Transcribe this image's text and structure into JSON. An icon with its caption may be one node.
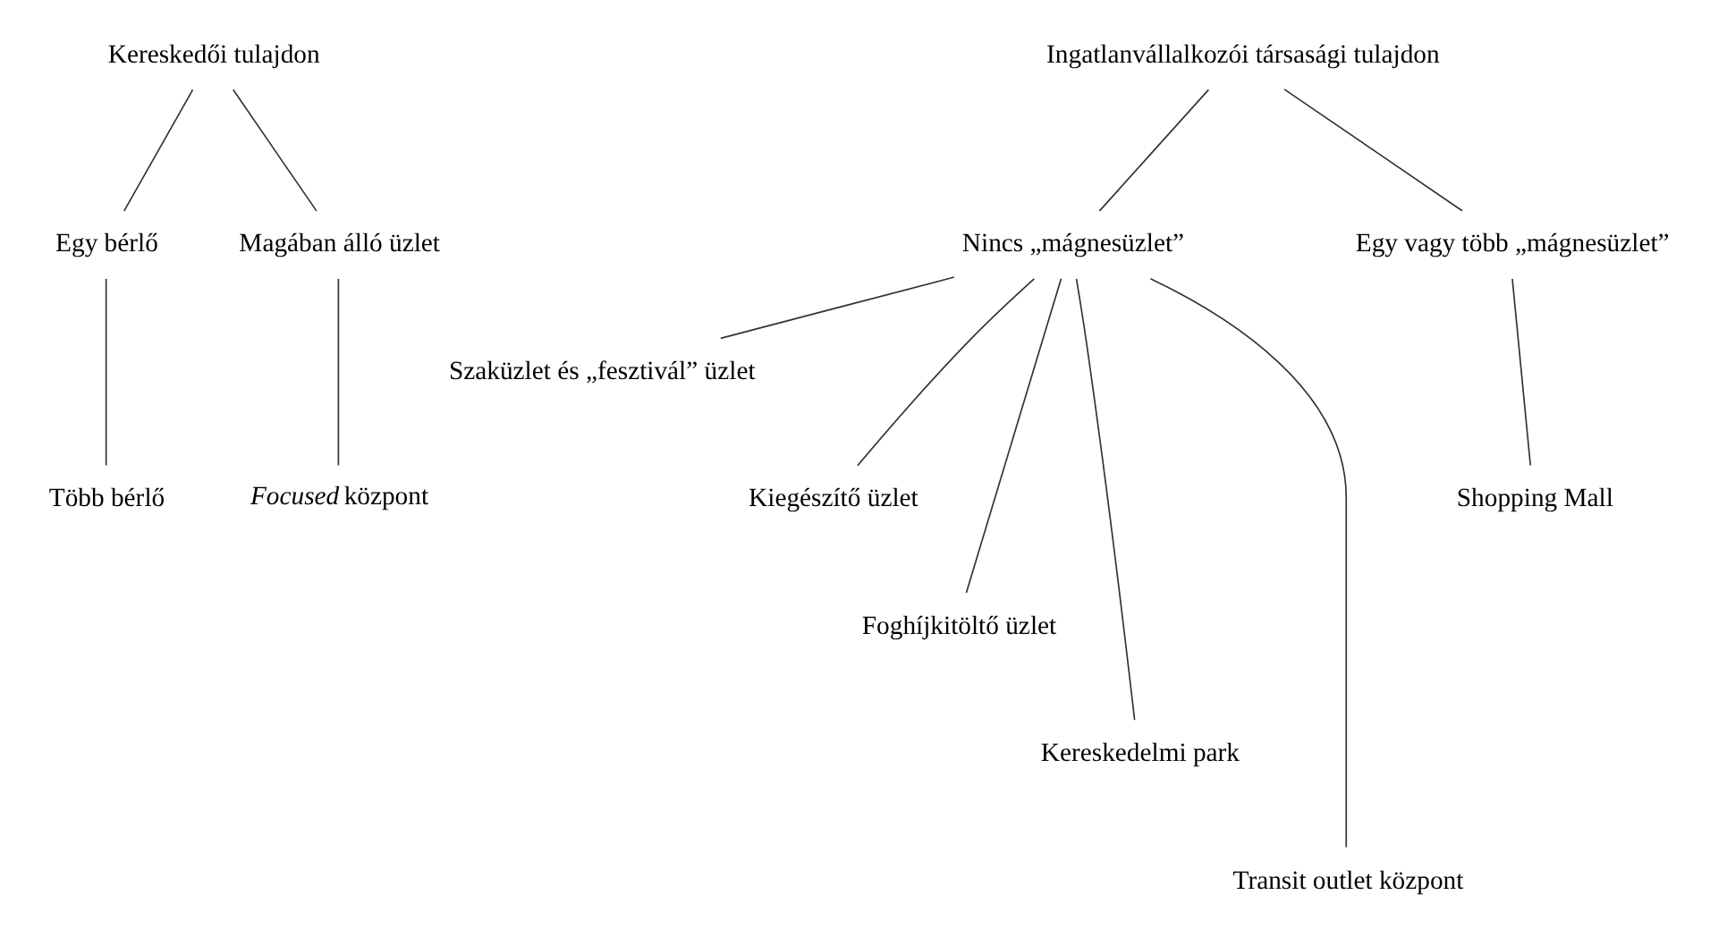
{
  "diagram": {
    "nodes": [
      {
        "text": [
          "Kereskedői tulajdon"
        ]
      },
      {
        "text": [
          "Egy bérlő"
        ]
      },
      {
        "text": [
          "Magában álló üzlet"
        ]
      },
      {
        "text": [
          "Több bérlő"
        ]
      },
      {
        "text": [
          "*Focused* központ"
        ]
      },
      {
        "text": [
          "Ingatlanvállalkozói társasági tulajdon"
        ]
      },
      {
        "text": [
          "Nincs „mágnesüzlet”"
        ]
      },
      {
        "text": [
          "Egy vagy több „mágnesüzlet”"
        ]
      },
      {
        "text": [
          "Shopping Mall"
        ]
      },
      {
        "text": [
          "Szaküzlet és „fesztivál” üzlet"
        ]
      },
      {
        "text": [
          "Kiegészítő üzlet"
        ]
      },
      {
        "text": [
          "Foghíjkitöltő üzlet"
        ]
      },
      {
        "text": [
          "Kereskedelmi park"
        ]
      },
      {
        "text": [
          "Transit outlet központ"
        ]
      }
    ],
    "edges": [
      {
        "from": 0,
        "to": 1,
        "arrow": "none"
      },
      {
        "from": 0,
        "to": 2,
        "arrow": "none"
      },
      {
        "from": 1,
        "to": 3,
        "arrow": "none"
      },
      {
        "from": 2,
        "to": 4,
        "arrow": "none"
      },
      {
        "from": 5,
        "to": 6,
        "arrow": "none"
      },
      {
        "from": 5,
        "to": 7,
        "arrow": "none"
      },
      {
        "from": 7,
        "to": 8,
        "arrow": "none"
      },
      {
        "from": 6,
        "to": 9,
        "arrow": "none"
      },
      {
        "from": 6,
        "to": 10,
        "arrow": "none"
      },
      {
        "from": 6,
        "to": 11,
        "arrow": "none"
      },
      {
        "from": 6,
        "to": 12,
        "arrow": "none"
      },
      {
        "from": 6,
        "to": 13,
        "arrow": "none"
      }
    ]
  }
}
